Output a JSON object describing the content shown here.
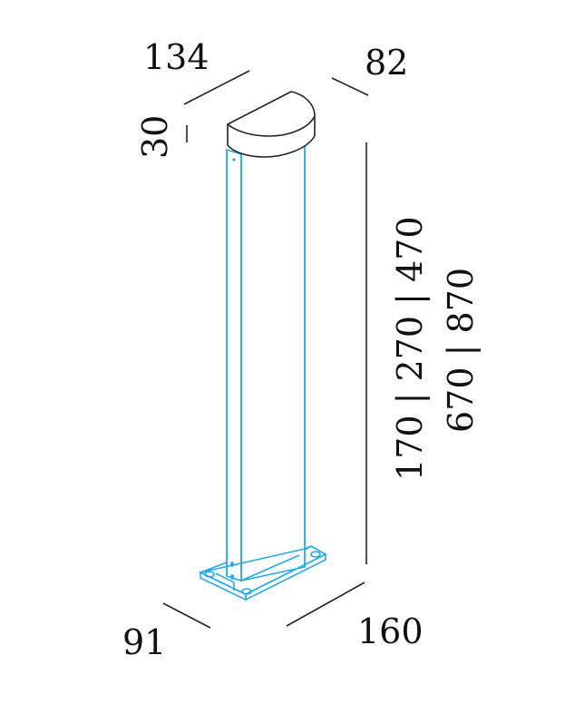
{
  "diagram": {
    "type": "technical-dimension-drawing",
    "subject": "bollard light",
    "colors": {
      "outline": "#222222",
      "post": "#29a9e1",
      "background": "#ffffff"
    },
    "dimensions": {
      "cap_width": "134",
      "cap_depth": "82",
      "cap_height": "30",
      "height_line1": "170 | 270 | 470",
      "height_line2": "670 | 870",
      "base_depth": "91",
      "base_width": "160"
    }
  }
}
